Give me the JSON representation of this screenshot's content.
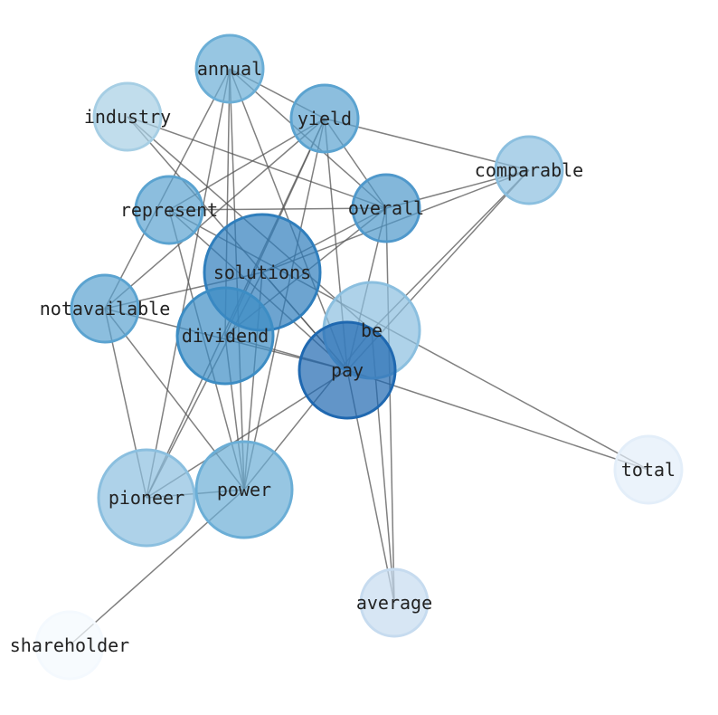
{
  "nodes": [
    {
      "id": "annual",
      "label": "annual",
      "color": "#6baed6",
      "size": "small"
    },
    {
      "id": "industry",
      "label": "industry",
      "color": "#a6cee4",
      "size": "small"
    },
    {
      "id": "yield",
      "label": "yield",
      "color": "#5ba3d0",
      "size": "small"
    },
    {
      "id": "comparable",
      "label": "comparable",
      "color": "#8bbfdf",
      "size": "small"
    },
    {
      "id": "represent",
      "label": "represent",
      "color": "#5ba3d0",
      "size": "small"
    },
    {
      "id": "overall",
      "label": "overall",
      "color": "#4f98cb",
      "size": "small"
    },
    {
      "id": "solutions",
      "label": "solutions",
      "color": "#2f7ebc",
      "size": "large"
    },
    {
      "id": "notavailable",
      "label": "notavailable",
      "color": "#5ba3d0",
      "size": "small"
    },
    {
      "id": "be",
      "label": "be",
      "color": "#8bbfdf",
      "size": "medium"
    },
    {
      "id": "dividend",
      "label": "dividend",
      "color": "#3d8dc4",
      "size": "medium"
    },
    {
      "id": "pay",
      "label": "pay",
      "color": "#1f68b0",
      "size": "medium"
    },
    {
      "id": "pioneer",
      "label": "pioneer",
      "color": "#8bbfdf",
      "size": "medium"
    },
    {
      "id": "power",
      "label": "power",
      "color": "#6baed6",
      "size": "medium"
    },
    {
      "id": "total",
      "label": "total",
      "color": "#e3eef9",
      "size": "small"
    },
    {
      "id": "average",
      "label": "average",
      "color": "#c6dbef",
      "size": "small"
    },
    {
      "id": "shareholder",
      "label": "shareholder",
      "color": "#f4f9fe",
      "size": "small"
    }
  ],
  "edges": [
    [
      "annual",
      "notavailable"
    ],
    [
      "annual",
      "pioneer"
    ],
    [
      "annual",
      "dividend"
    ],
    [
      "annual",
      "power"
    ],
    [
      "annual",
      "pay"
    ],
    [
      "annual",
      "overall"
    ],
    [
      "annual",
      "yield"
    ],
    [
      "industry",
      "overall"
    ],
    [
      "industry",
      "pay"
    ],
    [
      "industry",
      "be"
    ],
    [
      "yield",
      "comparable"
    ],
    [
      "yield",
      "represent"
    ],
    [
      "yield",
      "notavailable"
    ],
    [
      "yield",
      "pioneer"
    ],
    [
      "yield",
      "dividend"
    ],
    [
      "yield",
      "overall"
    ],
    [
      "yield",
      "pay"
    ],
    [
      "yield",
      "power"
    ],
    [
      "represent",
      "overall"
    ],
    [
      "represent",
      "pay"
    ],
    [
      "represent",
      "power"
    ],
    [
      "represent",
      "total"
    ],
    [
      "overall",
      "dividend"
    ],
    [
      "overall",
      "solutions"
    ],
    [
      "overall",
      "average"
    ],
    [
      "overall",
      "pay"
    ],
    [
      "comparable",
      "overall"
    ],
    [
      "comparable",
      "solutions"
    ],
    [
      "comparable",
      "pay"
    ],
    [
      "comparable",
      "be"
    ],
    [
      "notavailable",
      "solutions"
    ],
    [
      "notavailable",
      "pay"
    ],
    [
      "notavailable",
      "pioneer"
    ],
    [
      "notavailable",
      "power"
    ],
    [
      "solutions",
      "pay"
    ],
    [
      "solutions",
      "power"
    ],
    [
      "solutions",
      "pioneer"
    ],
    [
      "dividend",
      "power"
    ],
    [
      "dividend",
      "pay"
    ],
    [
      "pioneer",
      "power"
    ],
    [
      "pioneer",
      "pay"
    ],
    [
      "power",
      "be"
    ],
    [
      "pay",
      "average"
    ],
    [
      "pay",
      "total"
    ],
    [
      "be",
      "average"
    ],
    [
      "shareholder",
      "power"
    ]
  ],
  "edge_color": "#555555"
}
